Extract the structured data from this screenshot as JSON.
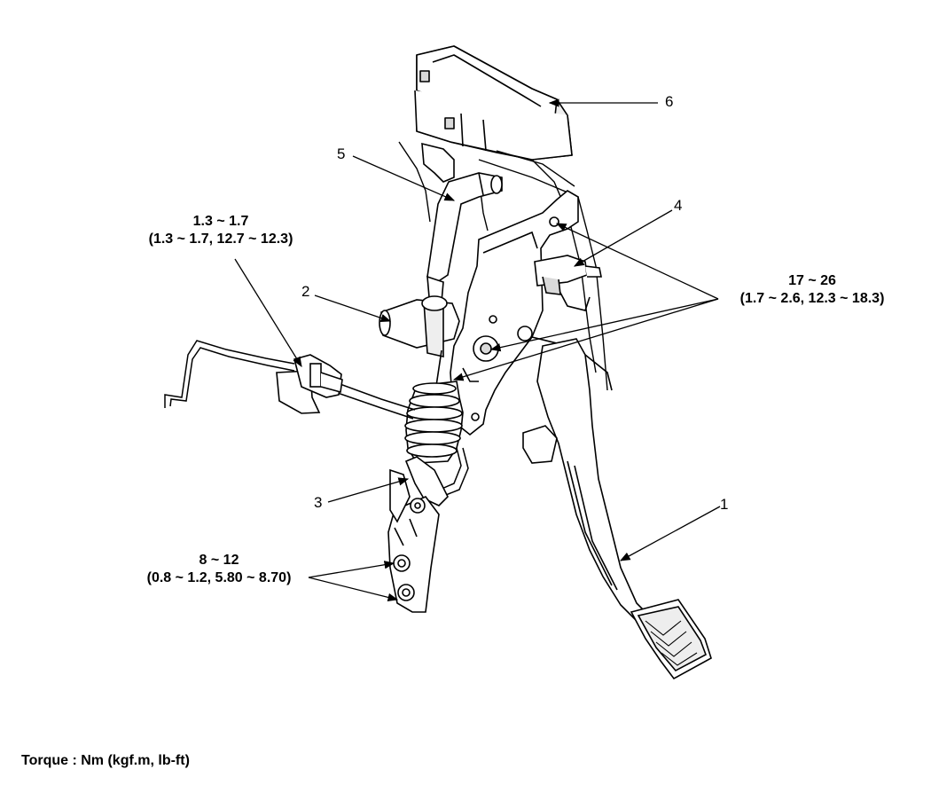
{
  "callouts": {
    "c1": "1",
    "c2": "2",
    "c3": "3",
    "c4": "4",
    "c5": "5",
    "c6": "6"
  },
  "torques": {
    "t_top_left": {
      "line1": "1.3 ~ 1.7",
      "line2": "(1.3 ~ 1.7, 12.7 ~ 12.3)"
    },
    "t_right": {
      "line1": "17 ~ 26",
      "line2": "(1.7 ~ 2.6, 12.3 ~ 18.3)"
    },
    "t_bottom_left": {
      "line1": "8 ~ 12",
      "line2": "(0.8 ~ 1.2, 5.80 ~ 8.70)"
    }
  },
  "footer": {
    "torque_unit": "Torque : Nm (kgf.m, lb-ft)"
  },
  "colors": {
    "ink": "#000000",
    "paper": "#ffffff",
    "shade": "#d9d9d9",
    "light_shade": "#eeeeee"
  }
}
